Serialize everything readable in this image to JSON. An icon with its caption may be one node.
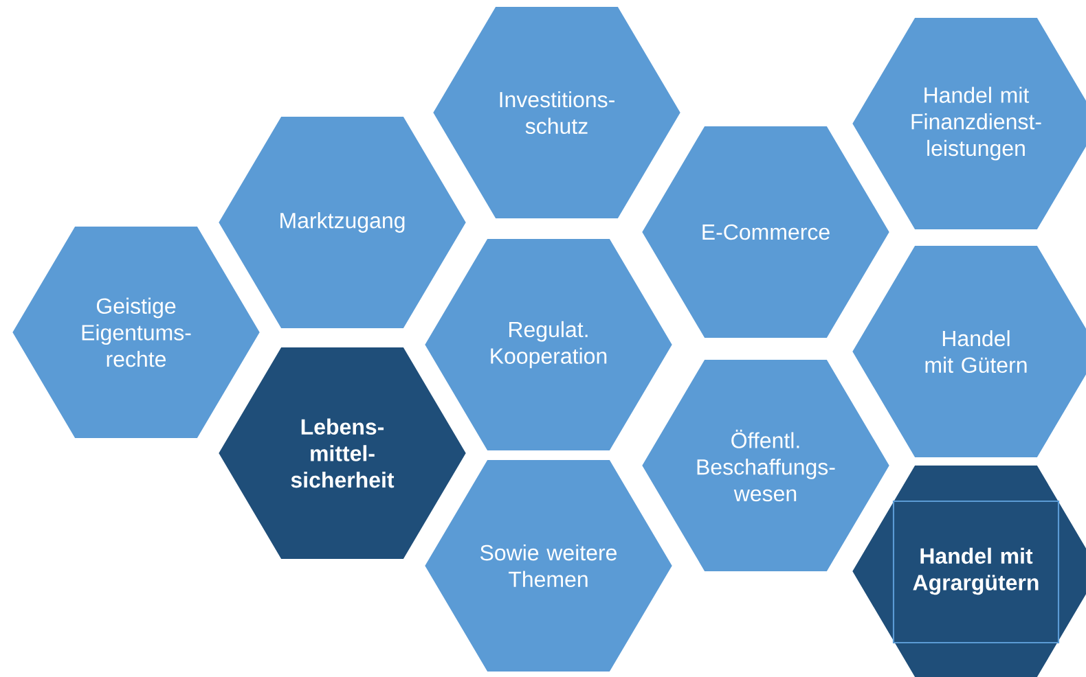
{
  "diagram": {
    "nodes": [
      {
        "text": [
          "Geistige Eigentums- rechte"
        ]
      },
      {
        "text": [
          "Marktzugang"
        ]
      },
      {
        "text": [
          "Lebens- mittel- sicherheit"
        ]
      },
      {
        "text": [
          "Investitions- schutz"
        ]
      },
      {
        "text": [
          "Regulat. Kooperation"
        ]
      },
      {
        "text": [
          "Sowie weitere Themen"
        ]
      },
      {
        "text": [
          "E-Commerce"
        ]
      },
      {
        "text": [
          "Öffentl. Beschaffungs- wesen"
        ]
      },
      {
        "text": [
          "Handel mit Finanzdienst- leistungen"
        ]
      },
      {
        "text": [
          "Handel mit Gütern"
        ]
      },
      {
        "text": [
          "Handel mit Agrargütern"
        ]
      }
    ]
  }
}
